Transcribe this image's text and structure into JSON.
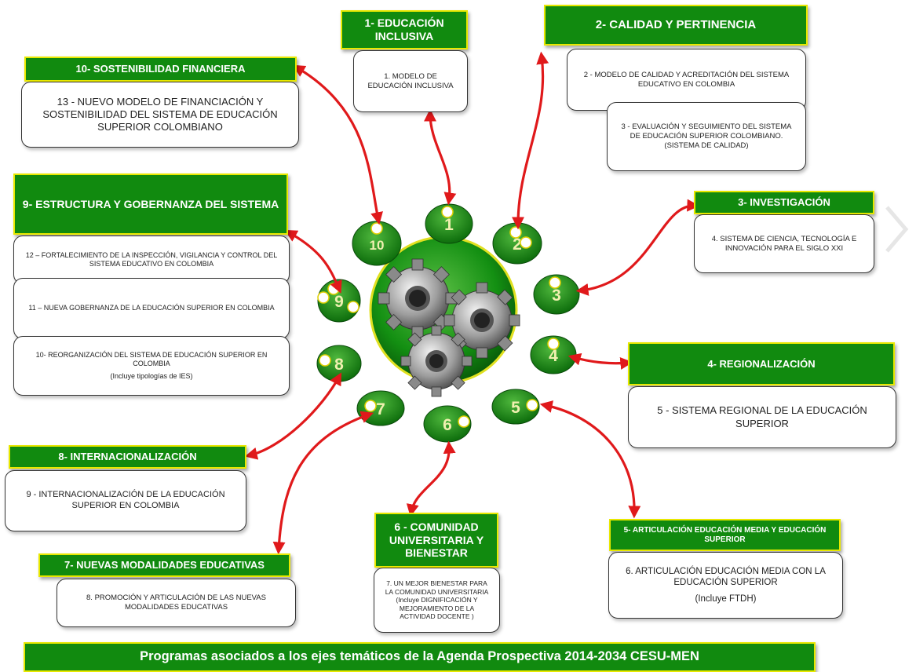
{
  "footer_title": "Programas asociados a los ejes temáticos de la Agenda Prospectiva 2014-2034 CESU-MEN",
  "axes": [
    {
      "id": 1,
      "title": "1- EDUCACIÓN INCLUSIVA",
      "programs": [
        "1. MODELO DE EDUCACIÓN INCLUSIVA"
      ]
    },
    {
      "id": 2,
      "title": "2- CALIDAD Y PERTINENCIA",
      "programs": [
        "2 - MODELO DE CALIDAD Y ACREDITACIÓN DEL SISTEMA EDUCATIVO EN COLOMBIA",
        "3 - EVALUACIÓN Y SEGUIMIENTO DEL SISTEMA DE EDUCACIÓN SUPERIOR COLOMBIANO. (SISTEMA DE CALIDAD)"
      ]
    },
    {
      "id": 3,
      "title": "3- INVESTIGACIÓN",
      "programs": [
        "4. SISTEMA DE CIENCIA, TECNOLOGÍA E INNOVACIÓN PARA EL SIGLO XXI"
      ]
    },
    {
      "id": 4,
      "title": "4- REGIONALIZACIÓN",
      "programs": [
        "5 - SISTEMA REGIONAL DE LA EDUCACIÓN SUPERIOR"
      ]
    },
    {
      "id": 5,
      "title": "5- ARTICULACIÓN EDUCACIÓN MEDIA Y EDUCACIÓN SUPERIOR",
      "programs": [
        "6. ARTICULACIÓN EDUCACIÓN MEDIA CON LA EDUCACIÓN SUPERIOR",
        "(Incluye FTDH)"
      ]
    },
    {
      "id": 6,
      "title": "6 - COMUNIDAD UNIVERSITARIA Y BIENESTAR",
      "programs": [
        "7. UN MEJOR BIENESTAR PARA LA COMUNIDAD UNIVERSITARIA (Incluye DIGNIFICACIÓN Y MEJORAMIENTO DE LA ACTIVIDAD DOCENTE )"
      ]
    },
    {
      "id": 7,
      "title": "7- NUEVAS MODALIDADES EDUCATIVAS",
      "programs": [
        "8. PROMOCIÓN Y ARTICULACIÓN DE LAS NUEVAS MODALIDADES EDUCATIVAS"
      ]
    },
    {
      "id": 8,
      "title": "8- INTERNACIONALIZACIÓN",
      "programs": [
        "9 - INTERNACIONALIZACIÓN DE LA EDUCACIÓN SUPERIOR EN COLOMBIA"
      ]
    },
    {
      "id": 9,
      "title": "9- ESTRUCTURA Y GOBERNANZA DEL SISTEMA",
      "programs": [
        "12 – FORTALECIMIENTO DE LA INSPECCIÓN, VIGILANCIA Y CONTROL DEL SISTEMA EDUCATIVO EN COLOMBIA",
        "11 – NUEVA GOBERNANZA DE LA EDUCACIÓN SUPERIOR EN COLOMBIA",
        "10- REORGANIZACIÓN DEL SISTEMA DE EDUCACIÓN SUPERIOR EN COLOMBIA",
        "(Incluye tipologías de IES)"
      ]
    },
    {
      "id": 10,
      "title": "10- SOSTENIBILIDAD FINANCIERA",
      "programs": [
        "13 - NUEVO MODELO DE FINANCIACIÓN Y SOSTENIBILIDAD DEL SISTEMA DE EDUCACIÓN SUPERIOR COLOMBIANO"
      ]
    }
  ],
  "nodes": [
    "1",
    "2",
    "3",
    "4",
    "5",
    "6",
    "7",
    "8",
    "9",
    "10"
  ],
  "colors": {
    "green": "#118a0f",
    "yellow_border": "#e8e800",
    "arrow": "#e0191b"
  }
}
